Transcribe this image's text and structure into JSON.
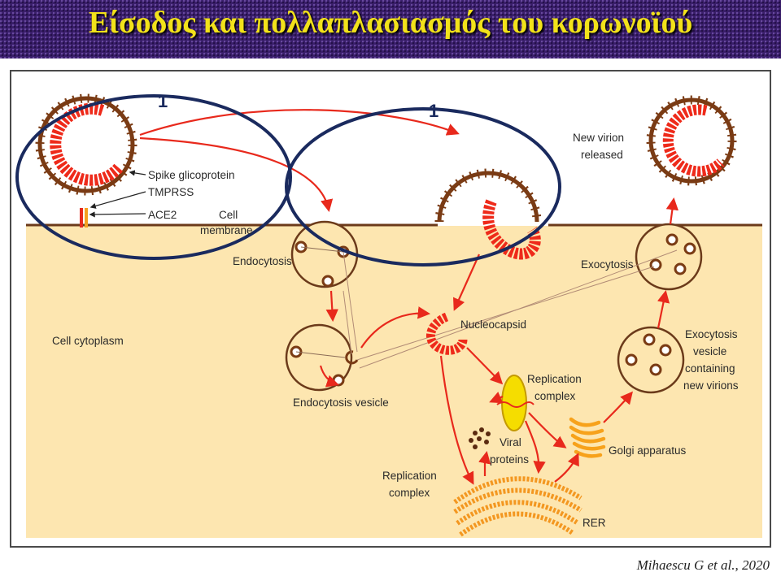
{
  "header": {
    "title": "Είσοδος και πολλαπλασιασμός του κορωνοϊού"
  },
  "diagram": {
    "markers": [
      "1",
      "1"
    ],
    "labels": {
      "spike": "Spike glicoprotein",
      "tmprss": "TMPRSS",
      "ace2": "ACE2",
      "cell_membrane_1": "Cell",
      "cell_membrane_2": "membrane",
      "endocytosis": "Endocytosis",
      "endocytosis_vesicle": "Endocytosis vesicle",
      "cell_cytoplasm": "Cell cytoplasm",
      "nucleocapsid": "Nucleocapsid",
      "replication_complex_top_1": "Replication",
      "replication_complex_top_2": "complex",
      "viral_proteins_1": "Viral",
      "viral_proteins_2": "proteins",
      "replication_complex_bottom_1": "Replication",
      "replication_complex_bottom_2": "complex",
      "rer": "RER",
      "golgi": "Golgi apparatus",
      "exocytosis": "Exocytosis",
      "exocytosis_vesicle_1": "Exocytosis",
      "exocytosis_vesicle_2": "vesicle",
      "exocytosis_vesicle_3": "containing",
      "exocytosis_vesicle_4": "new virions",
      "new_virion_1": "New virion",
      "new_virion_2": "released"
    },
    "colors": {
      "cytoplasm": "#fde6b0",
      "membrane": "#6b3a1a",
      "virion": "#7a3b14",
      "rna": "#ee2a1a",
      "arrow": "#e8291c",
      "highlight_ring": "#1a2a5e",
      "replication_complex": "#f5dd00",
      "golgi": "#f7a21b"
    }
  },
  "citation": "Mihaescu G et al., 2020"
}
